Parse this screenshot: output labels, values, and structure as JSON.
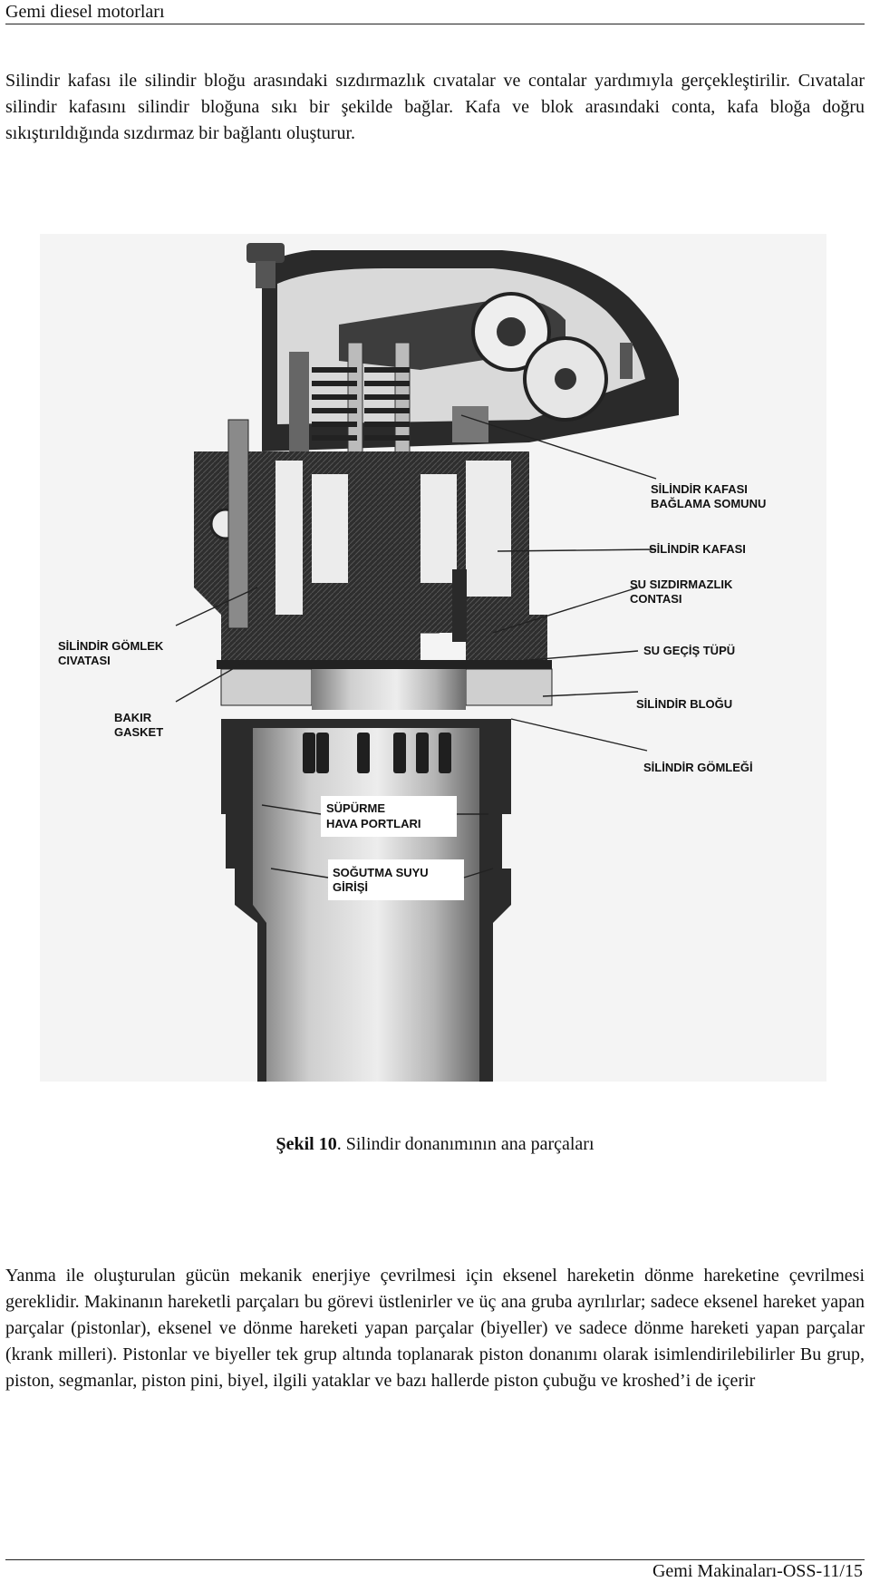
{
  "header": {
    "title": "Gemi diesel motorları"
  },
  "paragraphs": {
    "intro": "Silindir kafası ile silindir bloğu arasındaki sızdırmazlık cıvatalar ve contalar yardımıyla gerçekleştirilir. Cıvatalar silindir kafasını silindir bloğuna sıkı bir şekilde bağlar. Kafa ve blok arasındaki conta, kafa bloğa doğru sıkıştırıldığında sızdırmaz bir bağlantı oluşturur.",
    "body": "Yanma ile oluşturulan gücün mekanik enerjiye çevrilmesi için eksenel hareketin dönme hareketine çevrilmesi gereklidir. Makinanın hareketli parçaları bu görevi üstlenirler ve üç ana gruba ayrılırlar; sadece eksenel hareket yapan parçalar (pistonlar), eksenel ve dönme hareketi yapan parçalar (biyeller) ve sadece dönme hareketi yapan parçalar (krank milleri). Pistonlar ve biyeller tek grup altında toplanarak piston donanımı olarak isimlendirilebilirler Bu grup, piston, segmanlar, piston pini, biyel, ilgili yataklar ve bazı hallerde piston çubuğu ve kroshed’i de içerir"
  },
  "figure": {
    "labels": {
      "head_nut_1": "SİLİNDİR KAFASI",
      "head_nut_2": "BAĞLAMA SOMUNU",
      "head": "SİLİNDİR KAFASI",
      "water_seal_1": "SU SIZDIRMAZLIK",
      "water_seal_2": "CONTASI",
      "water_tube": "SU GEÇİŞ TÜPÜ",
      "block": "SİLİNDİR BLOĞU",
      "liner": "SİLİNDİR GÖMLEĞİ",
      "liner_bolt_1": "SİLİNDİR GÖMLEK",
      "liner_bolt_2": "CIVATASI",
      "gasket_1": "BAKIR",
      "gasket_2": "GASKET",
      "ports_1": "SÜPÜRME",
      "ports_2": "HAVA PORTLARI",
      "inlet_1": "SOĞUTMA SUYU",
      "inlet_2": "GİRİŞİ"
    }
  },
  "caption": {
    "number": "Şekil 10",
    "text": ". Silindir donanımının ana parçaları"
  },
  "footer": {
    "text": "Gemi Makinaları-OSS-11/15"
  }
}
